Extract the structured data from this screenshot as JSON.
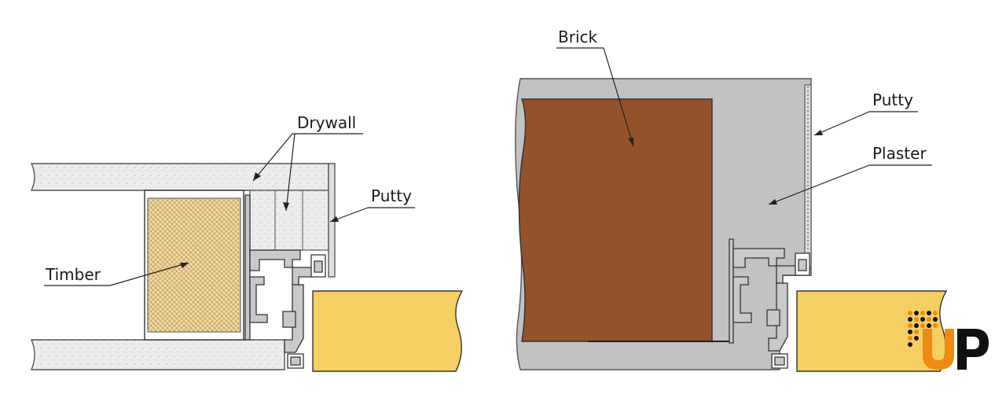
{
  "diagram": {
    "labels": {
      "drywall": "Drywall",
      "putty_left": "Putty",
      "timber": "Timber",
      "brick": "Brick",
      "putty_right": "Putty",
      "plaster": "Plaster"
    },
    "colors": {
      "drywall": "#ededed",
      "timber": "#f2dba4",
      "timber_hatch": "#c9a86a",
      "brick": "#93522b",
      "plaster": "#c2c2c2",
      "door_leaf": "#f6cf63",
      "profile": "#c9c9c9",
      "outline": "#333333",
      "logo_orange": "#f08a12",
      "logo_black": "#111111"
    }
  }
}
